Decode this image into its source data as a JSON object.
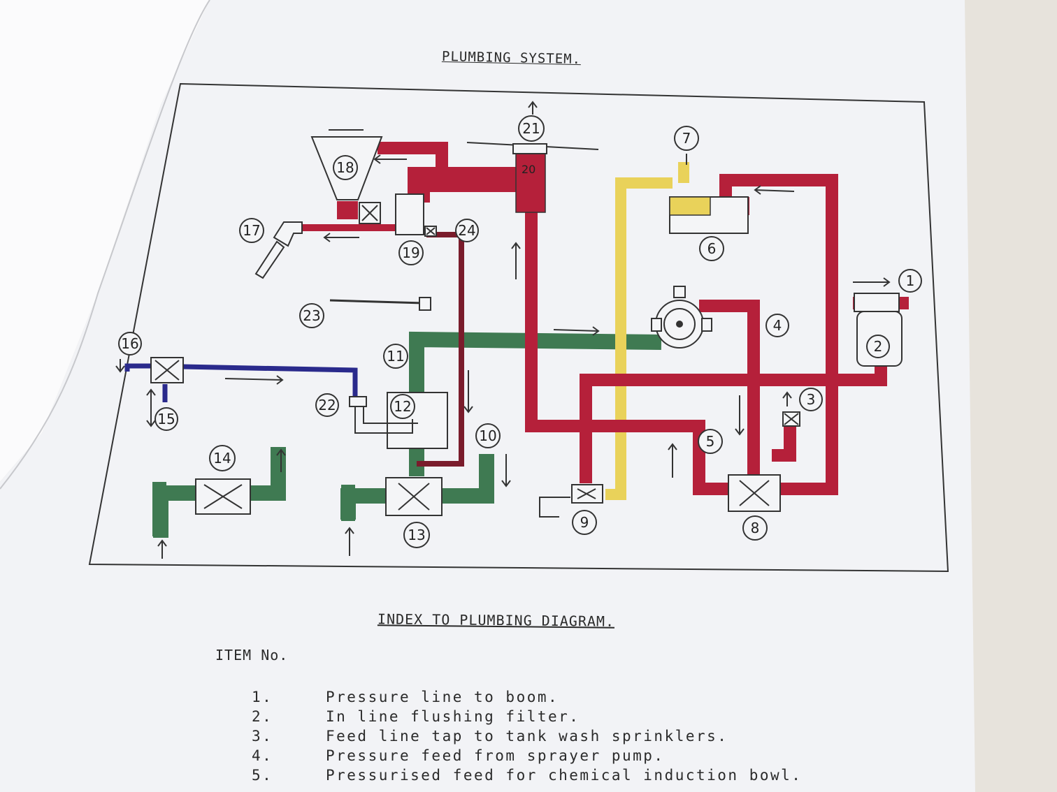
{
  "title": "PLUMBING SYSTEM.",
  "component_numbers": [
    "1",
    "2",
    "3",
    "4",
    "5",
    "6",
    "7",
    "8",
    "9",
    "10",
    "11",
    "12",
    "13",
    "14",
    "15",
    "16",
    "17",
    "18",
    "19",
    "20",
    "21",
    "22",
    "23",
    "24"
  ],
  "colors": {
    "pressure_red": "#b5203a",
    "suction_green": "#3f7a52",
    "yellow_line": "#e9d25a",
    "blue_line": "#2a2a8c",
    "paper": "#f4f5f7"
  },
  "index": {
    "title": "INDEX TO PLUMBING DIAGRAM.",
    "header": "ITEM No.",
    "items": [
      {
        "num": "1.",
        "text": "Pressure line to boom."
      },
      {
        "num": "2.",
        "text": "In line flushing filter."
      },
      {
        "num": "3.",
        "text": "Feed line tap to tank wash sprinklers."
      },
      {
        "num": "4.",
        "text": "Pressure feed from sprayer pump."
      },
      {
        "num": "5.",
        "text": "Pressurised feed for chemical induction bowl."
      }
    ]
  }
}
